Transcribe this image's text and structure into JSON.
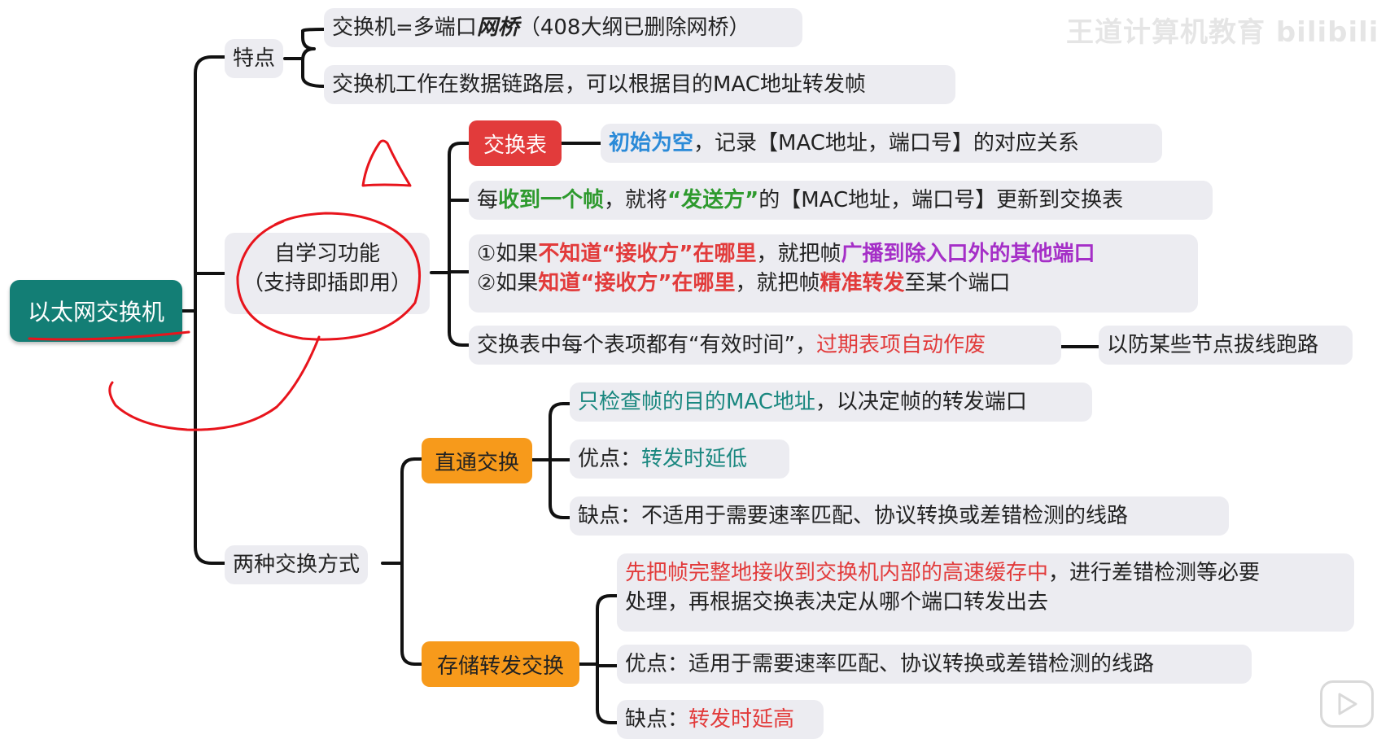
{
  "root": {
    "label": "以太网交换机"
  },
  "features": {
    "label": "特点",
    "line1": {
      "prefix": "交换机=多端口",
      "bold": "网桥",
      "suffix": "（408大纲已删除网桥）"
    },
    "line2": "交换机工作在数据链路层，可以根据目的MAC地址转发帧"
  },
  "selflearn": {
    "label_line1": "自学习功能",
    "label_line2": "（支持即插即用）",
    "table_label": "交换表",
    "table_desc": {
      "highlight": "初始为空",
      "rest": "，记录【MAC地址，端口号】的对应关系"
    },
    "update": {
      "t1": "每",
      "g1": "收到一个帧",
      "t2": "，就将",
      "g2": "“发送方”",
      "t3": "的【MAC地址，端口号】更新到交换表"
    },
    "rule1": {
      "t1": "①如果",
      "r1": "不知道“接收方”在哪里",
      "t2": "，就把帧",
      "p1": "广播到除入口外的其他端口"
    },
    "rule2": {
      "t1": "②如果",
      "r1": "知道“接收方”在哪里",
      "t2": "，就把帧",
      "r2": "精准转发",
      "t3": "至某个端口"
    },
    "expire": {
      "t1": "交换表中每个表项都有“有效时间”，",
      "r1": "过期表项自动作废"
    },
    "expire_reason": "以防某些节点拔线跑路"
  },
  "modes": {
    "label": "两种交换方式",
    "cut_through": {
      "label": "直通交换",
      "desc": {
        "teal": "只检查帧的目的MAC地址",
        "rest": "，以决定帧的转发端口"
      },
      "pro": {
        "prefix": "优点：",
        "value": "转发时延低"
      },
      "con": {
        "prefix": "缺点：",
        "value": "不适用于需要速率匹配、协议转换或差错检测的线路"
      }
    },
    "store_forward": {
      "label": "存储转发交换",
      "desc_line1": {
        "red": "先把帧完整地接收到交换机内部的高速缓存中",
        "rest": "，进行差错检测等必要"
      },
      "desc_line2": "处理，再根据交换表决定从哪个端口转发出去",
      "pro": {
        "prefix": "优点：",
        "value": "适用于需要速率匹配、协议转换或差错检测的线路"
      },
      "con": {
        "prefix": "缺点：",
        "value": "转发时延高"
      }
    }
  },
  "watermark": "王道计算机教育  bilibili",
  "colors": {
    "root": "#137e75",
    "red": "#e23b3b",
    "orange": "#f79a1b",
    "blue": "#2a8ad8",
    "green": "#2e9a2e",
    "purple": "#a52fc7",
    "teal": "#19877f",
    "text_red": "#e23b3b",
    "annotation": "#e8141c"
  }
}
